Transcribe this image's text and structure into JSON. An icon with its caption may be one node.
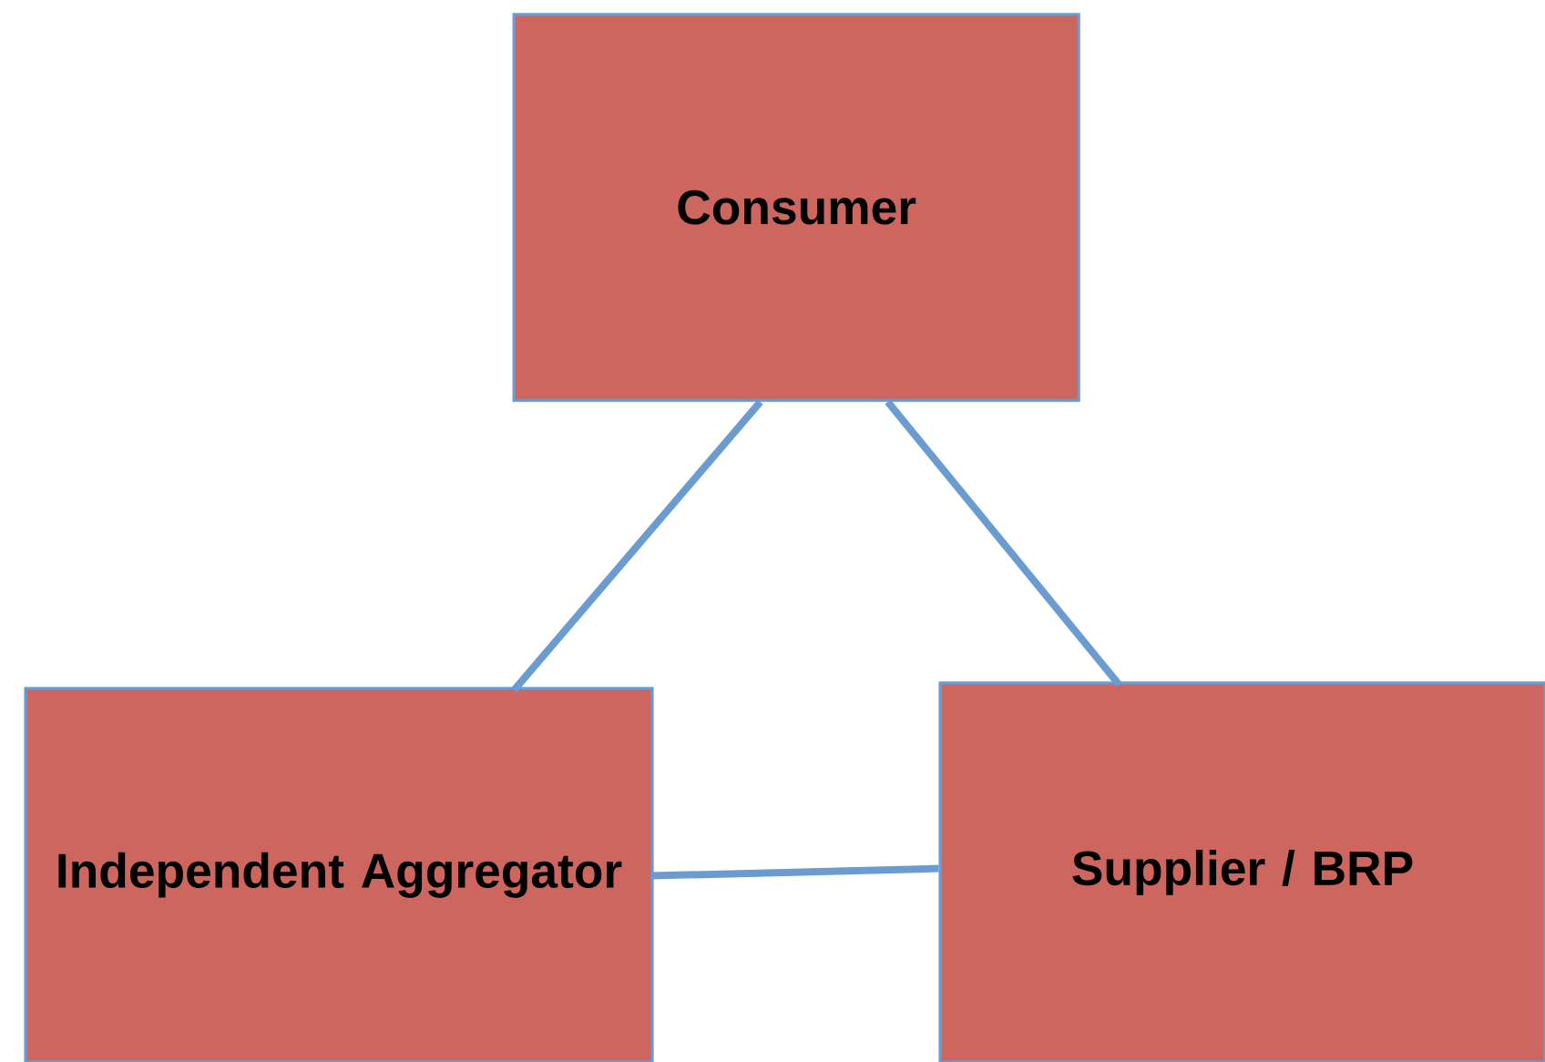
{
  "diagram": {
    "nodes": [
      {
        "text": [
          "Consumer"
        ]
      },
      {
        "text": [
          "Independent Aggregator"
        ]
      },
      {
        "text": [
          "Supplier / BRP"
        ]
      }
    ],
    "edges": [
      {
        "from": 0,
        "to": 1,
        "arrow": "none"
      },
      {
        "from": 0,
        "to": 2,
        "arrow": "none"
      },
      {
        "from": 1,
        "to": 2,
        "arrow": "none"
      }
    ]
  }
}
